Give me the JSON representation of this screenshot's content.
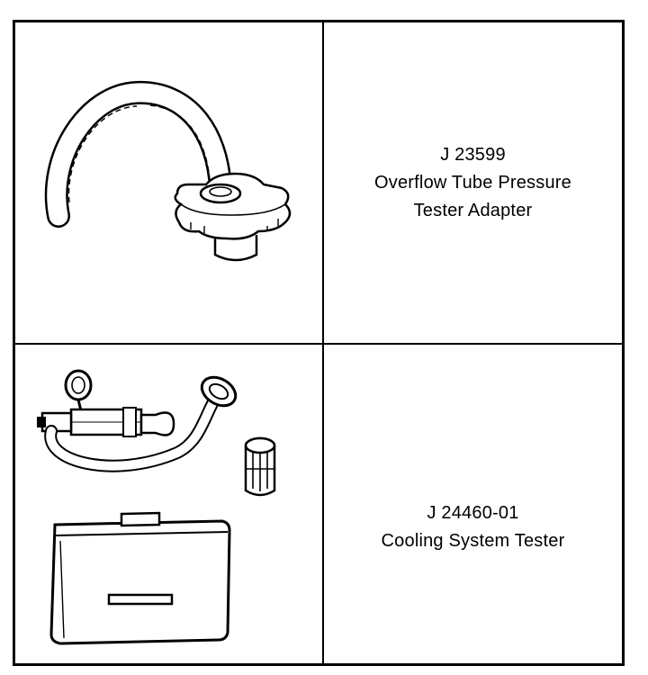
{
  "tools": [
    {
      "number": "J 23599",
      "name_line1": "Overflow Tube Pressure",
      "name_line2": "Tester Adapter",
      "illustration": "overflow-tube-adapter-illustration"
    },
    {
      "number": "J 24460-01",
      "name_line1": "Cooling System Tester",
      "illustration": "cooling-system-tester-illustration"
    }
  ]
}
